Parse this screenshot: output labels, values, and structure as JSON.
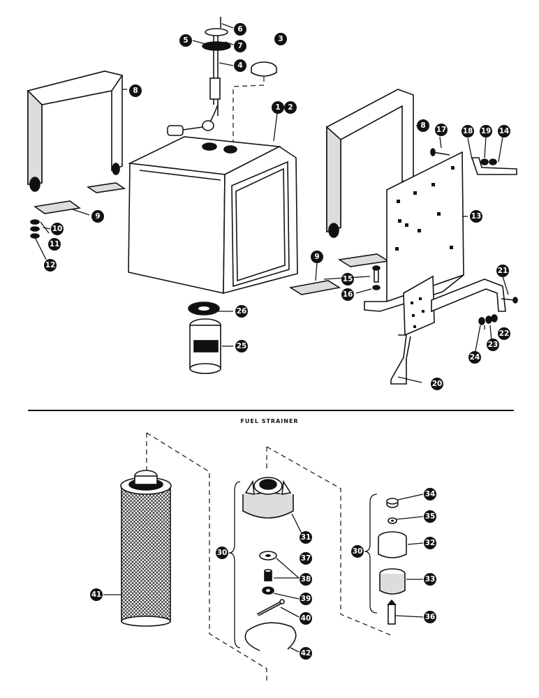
{
  "section_title": "FUEL STRAINER",
  "callouts": [
    "1",
    "2",
    "3",
    "4",
    "5",
    "6",
    "7",
    "8",
    "9",
    "10",
    "11",
    "12",
    "13",
    "14",
    "15",
    "16",
    "17",
    "18",
    "19",
    "20",
    "21",
    "22",
    "23",
    "24",
    "25",
    "26",
    "30",
    "31",
    "32",
    "33",
    "34",
    "35",
    "36",
    "37",
    "38",
    "39",
    "40",
    "41",
    "42"
  ],
  "colors": {
    "ink": "#111111",
    "paper": "#ffffff"
  }
}
